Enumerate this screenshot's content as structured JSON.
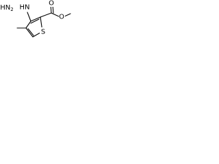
{
  "structure": {
    "substituents": {
      "hydrazino_label": "HN",
      "hydrazino_subscript": "2",
      "hydrazino_bridge_label": "HN"
    },
    "atoms": {
      "ring_sulfur": "S",
      "ester_carbonyl_oxygen": "O",
      "ester_ether_oxygen": "O"
    }
  }
}
